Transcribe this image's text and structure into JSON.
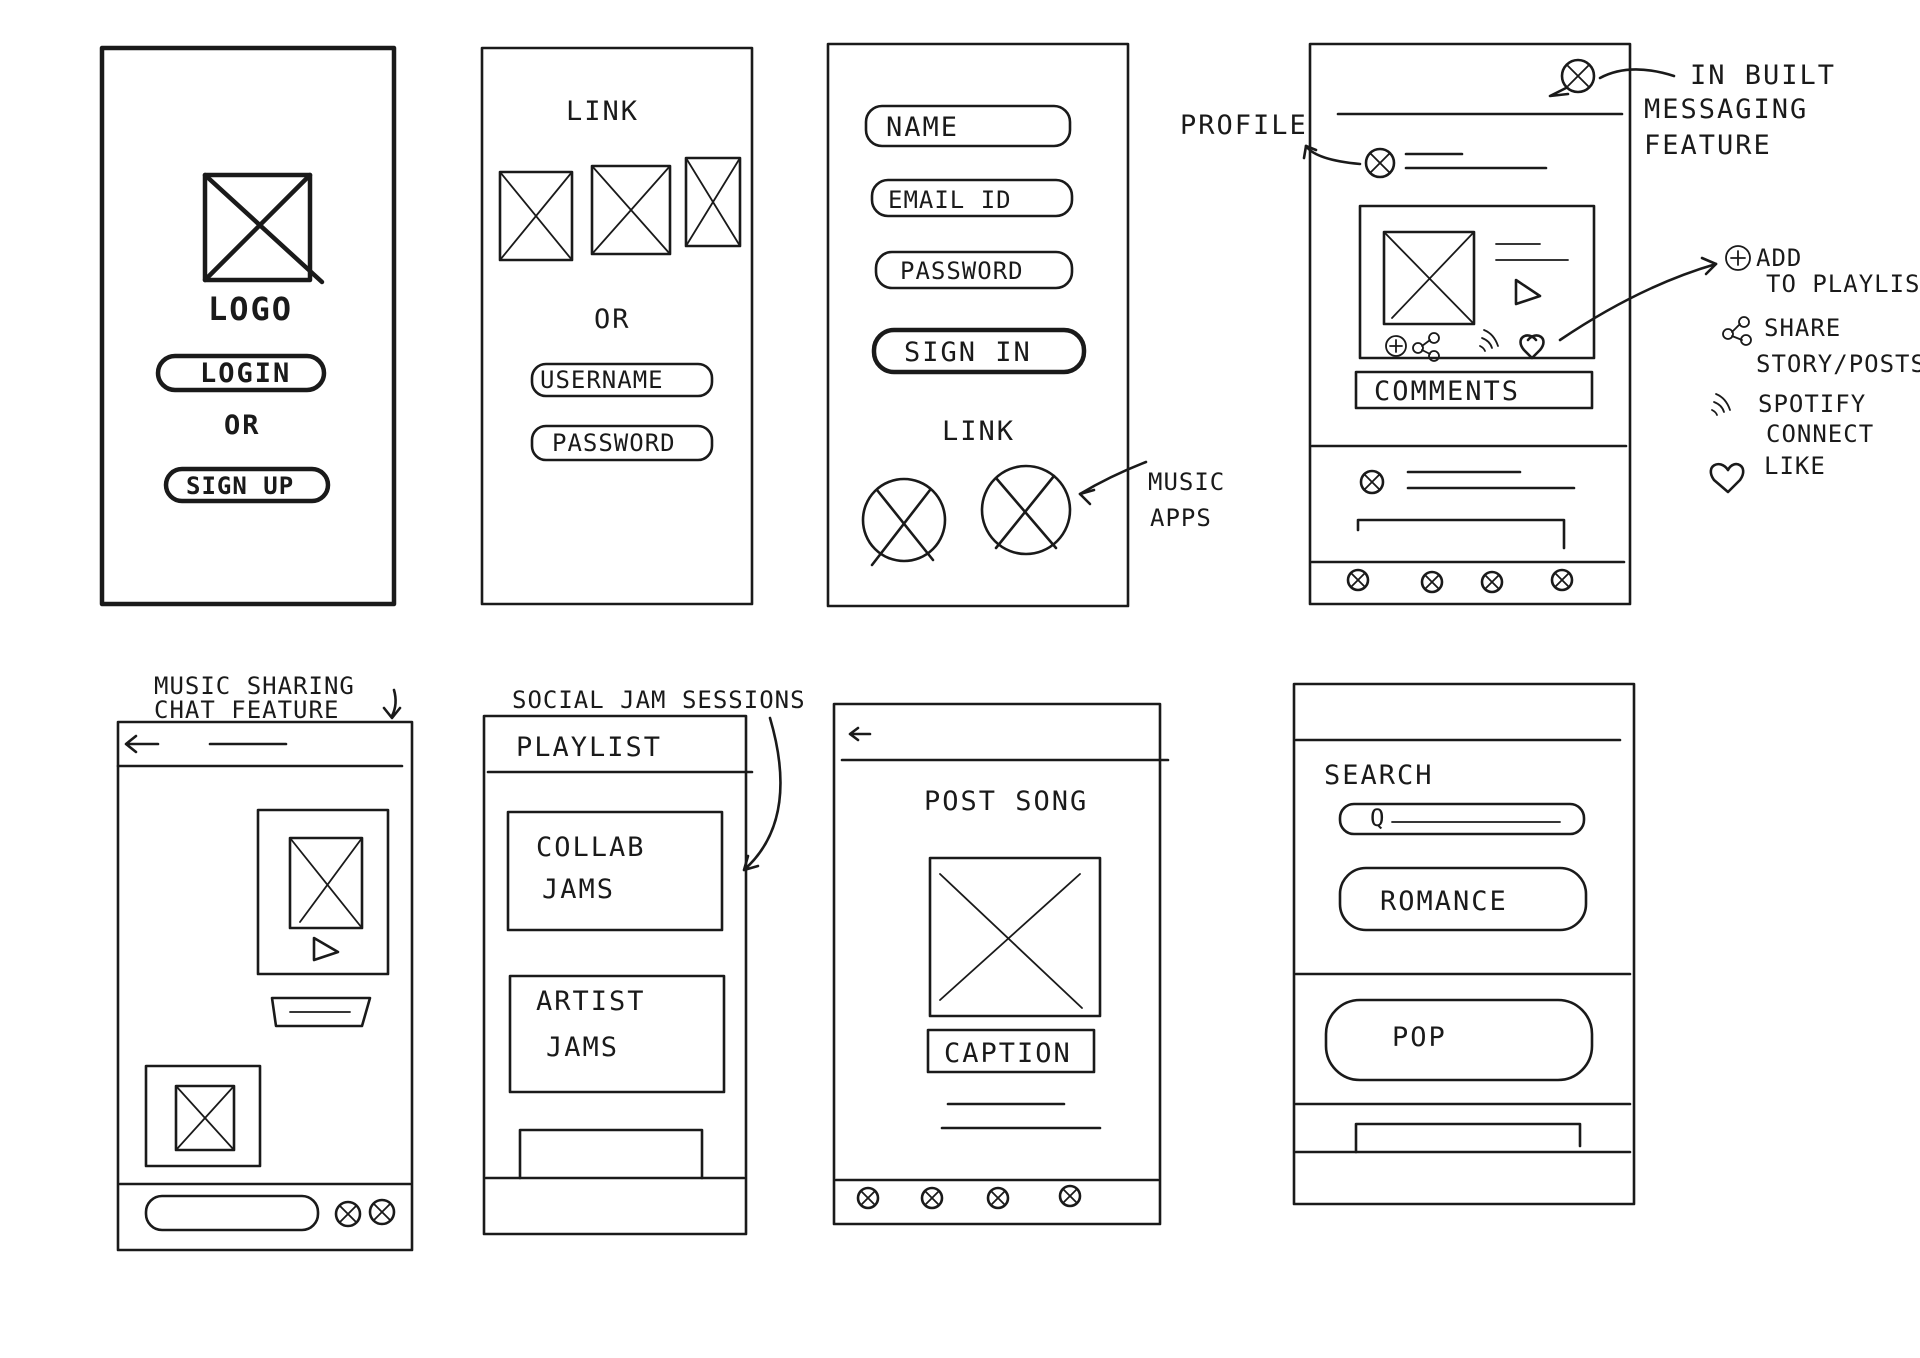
{
  "screen1": {
    "logo": "LOGO",
    "login": "LOGIN",
    "or": "OR",
    "signup": "SIGN UP"
  },
  "screen2": {
    "link": "LINK",
    "or": "OR",
    "username": "USERNAME",
    "password": "PASSWORD"
  },
  "screen3": {
    "name": "NAME",
    "email": "EMAIL ID",
    "password": "PASSWORD",
    "signin": "SIGN IN",
    "link": "LINK"
  },
  "screen4": {
    "comments": "COMMENTS"
  },
  "screen5": {
    "header_line": ""
  },
  "screen6": {
    "playlist": "PLAYLIST",
    "collab_1": "COLLAB",
    "collab_2": "JAMS",
    "artist_1": "ARTIST",
    "artist_2": "JAMS"
  },
  "screen7": {
    "post_song": "POST SONG",
    "caption": "CAPTION"
  },
  "screen8": {
    "search": "SEARCH",
    "search_glyph": "Q",
    "romance": "ROMANCE",
    "pop": "POP"
  },
  "annotations": {
    "music_apps_1": "MUSIC",
    "music_apps_2": "APPS",
    "profile": "PROFILE",
    "messaging_1": "IN BUILT",
    "messaging_2": "MESSAGING",
    "messaging_3": "FEATURE",
    "add_playlist_1": "ADD",
    "add_playlist_2": "TO PLAYLIST",
    "share_1": "SHARE",
    "share_2": "STORY/POSTS",
    "spotify_1": "SPOTIFY",
    "spotify_2": "CONNECT",
    "like": "LIKE",
    "music_sharing_1": "MUSIC SHARING",
    "music_sharing_2": "CHAT FEATURE",
    "social_jam": "SOCIAL JAM SESSIONS"
  },
  "icons": {
    "plus": "plus-circle-icon",
    "share": "share-icon",
    "spotify": "spotify-connect-icon",
    "like": "heart-icon",
    "play": "play-icon",
    "back": "back-arrow-icon",
    "search": "search-icon",
    "placeholder": "image-placeholder-icon"
  },
  "colors": {
    "ink": "#1a1a1a",
    "paper": "#ffffff"
  }
}
